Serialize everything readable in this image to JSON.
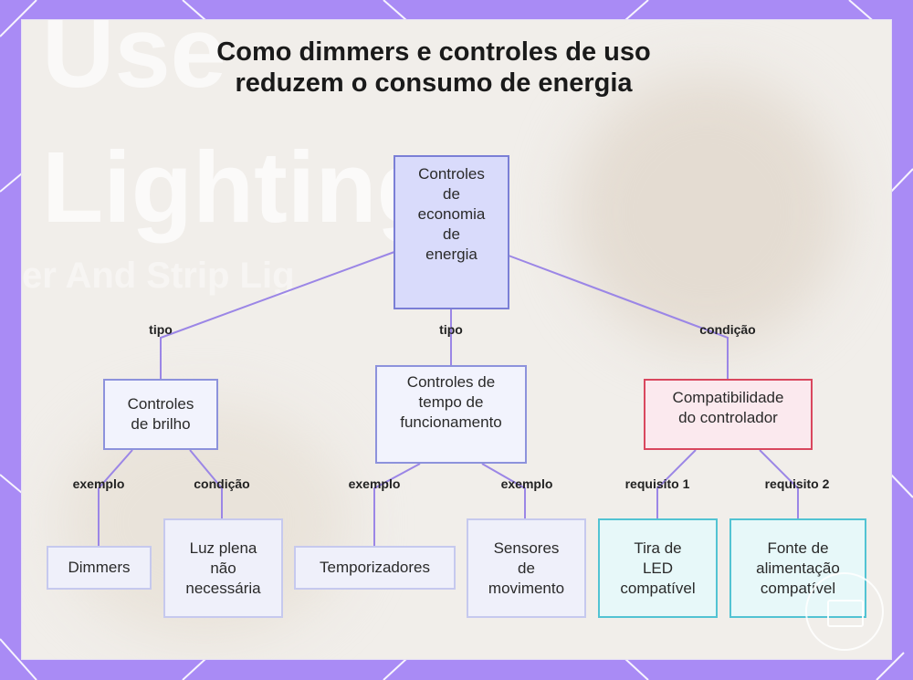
{
  "title": "Como dimmers e controles de uso\nreduzem o consumo de energia",
  "background_text": [
    "Use",
    "Lighting",
    "er And Strip Lig"
  ],
  "colors": {
    "frame": "#a98bf5",
    "panel": "#f1eeea",
    "edge": "#9b86e6",
    "root_fill": "#d9dbfb",
    "red_border": "#d9475e",
    "cyan_border": "#52c3d3"
  },
  "nodes": {
    "root": "Controles\nde\neconomia\nde\nenergia",
    "brilho": "Controles\nde brilho",
    "tempo": "Controles de\ntempo de\nfuncionamento",
    "compat": "Compatibilidade\ndo controlador",
    "dimmers": "Dimmers",
    "luz": "Luz plena\nnão\nnecessária",
    "temporizadores": "Temporizadores",
    "sensores": "Sensores\nde\nmovimento",
    "tira": "Tira de\nLED\ncompatível",
    "fonte": "Fonte de\nalimentação\ncompatível"
  },
  "edge_labels": {
    "root_brilho": "tipo",
    "root_tempo": "tipo",
    "root_compat": "condição",
    "brilho_dimmers": "exemplo",
    "brilho_luz": "condição",
    "tempo_temporizadores": "exemplo",
    "tempo_sensores": "exemplo",
    "compat_tira": "requisito 1",
    "compat_fonte": "requisito 2"
  }
}
